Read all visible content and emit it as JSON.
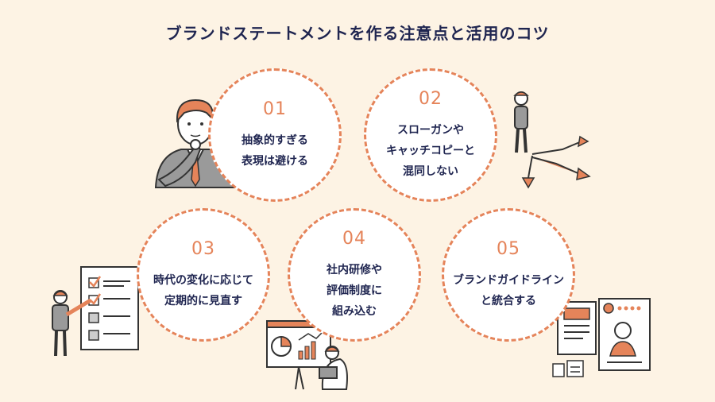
{
  "title": "ブランドステートメントを作る注意点と活用のコツ",
  "colors": {
    "accent": "#e5845a",
    "navy": "#1f2550",
    "background": "#fdf3e4"
  },
  "items": [
    {
      "num": "01",
      "lines": [
        "抽象的すぎる",
        "表現は避ける"
      ]
    },
    {
      "num": "02",
      "lines": [
        "スローガンや",
        "キャッチコピーと",
        "混同しない"
      ]
    },
    {
      "num": "03",
      "lines": [
        "時代の変化に応じて",
        "定期的に見直す"
      ]
    },
    {
      "num": "04",
      "lines": [
        "社内研修や",
        "評価制度に",
        "組み込む"
      ]
    },
    {
      "num": "05",
      "lines": [
        "ブランドガイドライン",
        "と統合する"
      ]
    }
  ]
}
